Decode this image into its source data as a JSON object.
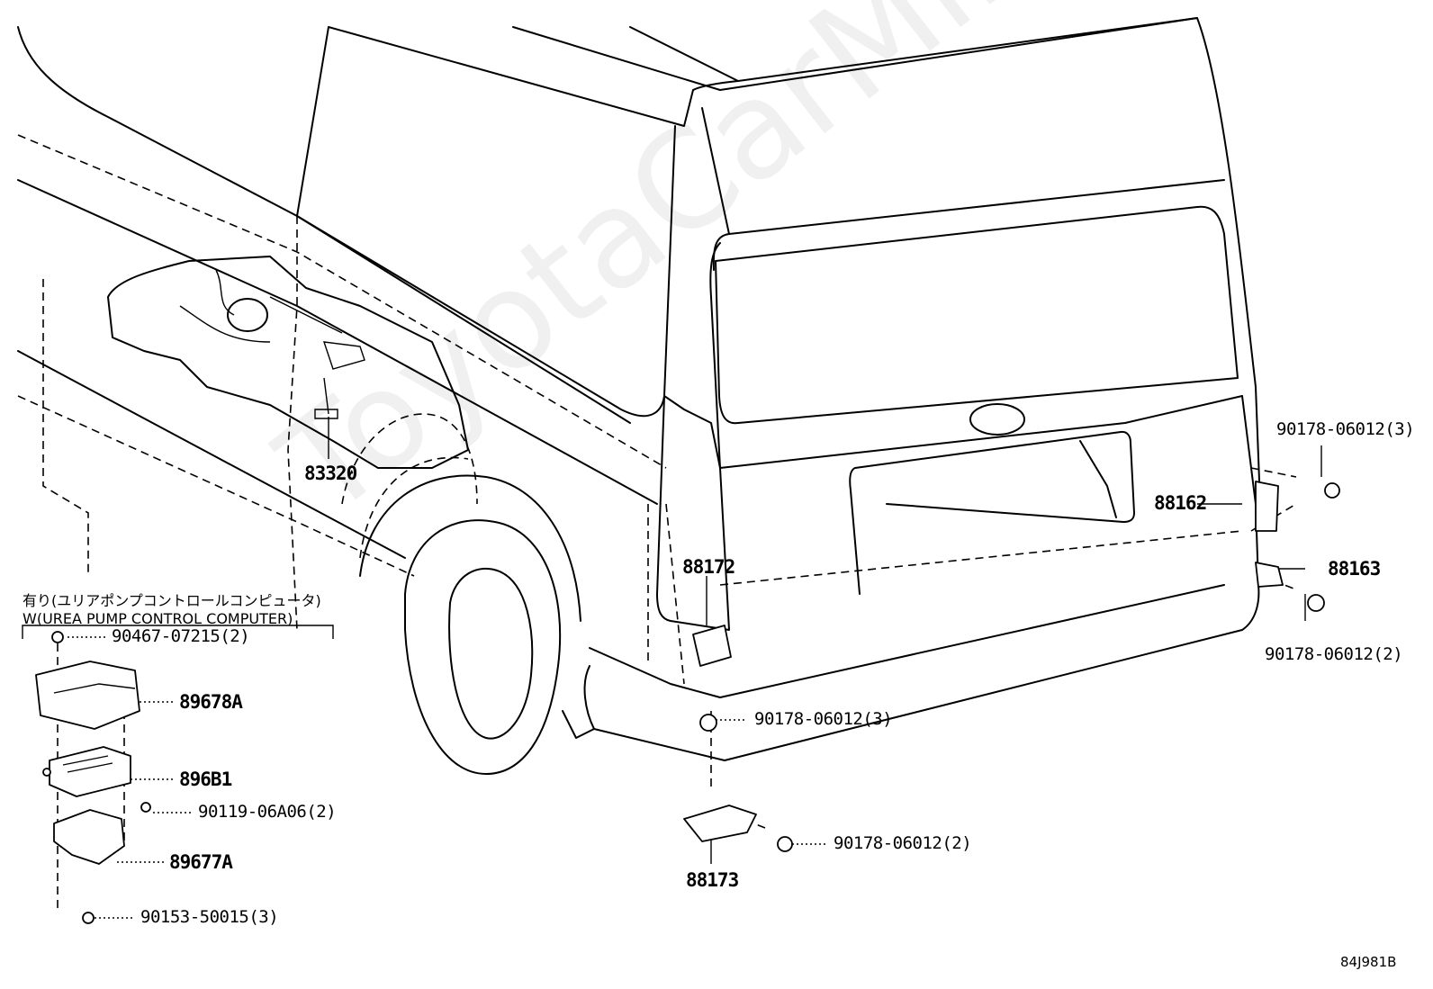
{
  "note": {
    "line1": "有り(ユリアポンプコントロールコンピュータ)",
    "line2": "W(UREA PUMP CONTROL COMPUTER)"
  },
  "parts": {
    "p83320": "83320",
    "p88172": "88172",
    "p88173": "88173",
    "p88162": "88162",
    "p88163": "88163",
    "p89678A": "89678A",
    "p896B1": "896B1",
    "p89677A": "89677A"
  },
  "fasteners": {
    "f_90467": "90467-07215(2)",
    "f_90119": "90119-06A06(2)",
    "f_90153": "90153-50015(3)",
    "f_center_nut": "90178-06012(3)",
    "f_bottom_nut": "90178-06012(2)",
    "f_right_top": "90178-06012(3)",
    "f_right_bottom": "90178-06012(2)"
  },
  "illustration_code": "84J981B",
  "watermark": "ToyotaCarMine.ru"
}
